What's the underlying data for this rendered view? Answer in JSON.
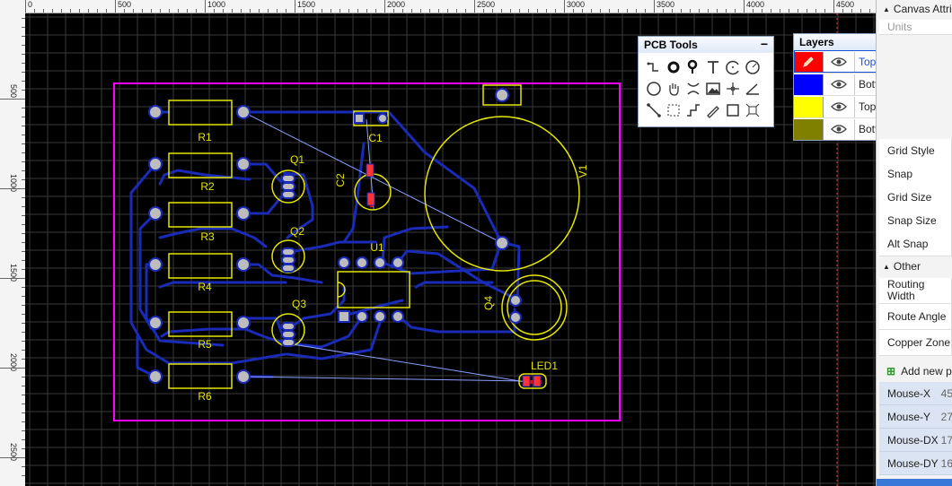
{
  "ruler": {
    "x_labels": [
      "0",
      "500",
      "1000",
      "1500",
      "2000",
      "2500",
      "3000",
      "3500",
      "4000",
      "4500"
    ],
    "y_labels": [
      "500",
      "1000",
      "1500",
      "2000",
      "2500"
    ]
  },
  "pcb": {
    "resistors": [
      "R1",
      "R2",
      "R3",
      "R4",
      "R5",
      "R6"
    ],
    "transistors": [
      "Q1",
      "Q2",
      "Q3",
      "Q4"
    ],
    "capacitors": [
      "C1",
      "C2"
    ],
    "ic": "U1",
    "pot": "V1",
    "led": "LED1"
  },
  "pcb_tools": {
    "title": "PCB Tools",
    "close": "−",
    "tools": [
      "route-tool-icon",
      "pad-tool-icon",
      "via-tool-icon",
      "text-tool-icon",
      "arc-tool-icon",
      "circle-arc-tool-icon",
      "circle-tool-icon",
      "pan-tool-icon",
      "connect-tool-icon",
      "image-tool-icon",
      "measure-point-icon",
      "angle-tool-icon",
      "line-tool-icon",
      "select-rect-icon",
      "polyline-tool-icon",
      "pen-tool-icon",
      "rectangle-tool-icon",
      "canvas-origin-icon"
    ]
  },
  "layers": {
    "title": "Layers",
    "close": "−",
    "items": [
      {
        "name": "TopLayer",
        "color": "#ff0000",
        "active": true
      },
      {
        "name": "BottomLayer",
        "color": "#0000ff",
        "active": false
      },
      {
        "name": "TopSilkLayer",
        "color": "#ffff00",
        "active": false
      },
      {
        "name": "BottomSilkLayer",
        "color": "#808000",
        "active": false
      }
    ]
  },
  "right_panel": {
    "canvas_attr": "Canvas Attri",
    "units": "Units",
    "grid_style": "Grid Style",
    "snap": "Snap",
    "grid_size": "Grid Size",
    "snap_size": "Snap Size",
    "alt_snap": "Alt Snap",
    "other": "Other",
    "routing_width": "Routing Width",
    "route_angle": "Route Angle",
    "copper_zone": "Copper Zone",
    "add_new": "Add new p",
    "mouse": [
      {
        "label": "Mouse-X",
        "value": "45"
      },
      {
        "label": "Mouse-Y",
        "value": "27"
      },
      {
        "label": "Mouse-DX",
        "value": "17"
      },
      {
        "label": "Mouse-DY",
        "value": "16"
      }
    ]
  },
  "colors": {
    "background": "#000000",
    "grid": "#3a3a3a",
    "board_outline": "#ff00ff",
    "bottom_trace": "#1a2bb8",
    "silk": "#e6e600",
    "pad": "#bdbdbd",
    "ratsnest": "#8aa0ff",
    "top_trace": "#ff0000"
  }
}
